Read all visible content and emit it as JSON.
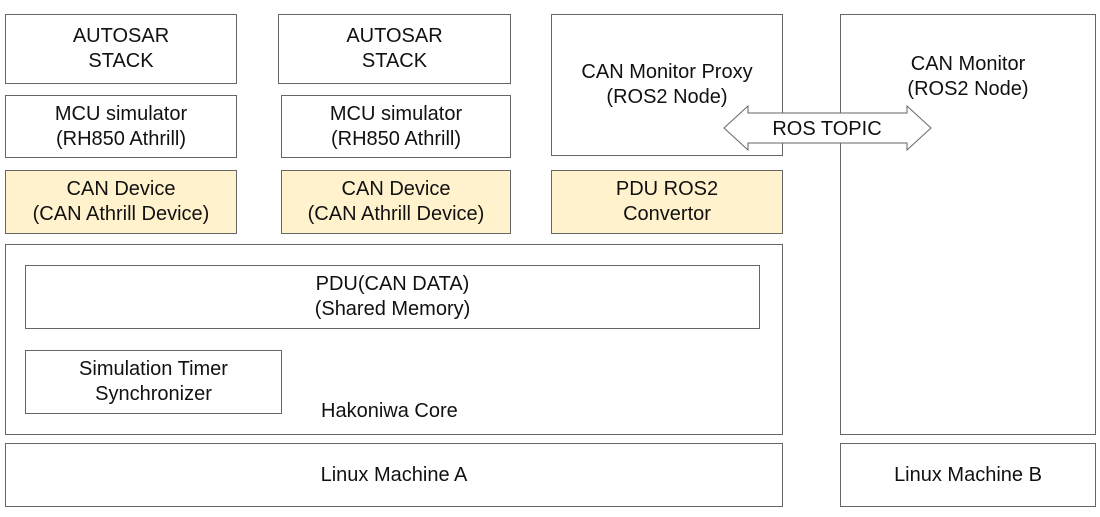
{
  "column_a": {
    "autosar_stack": [
      "AUTOSAR",
      "STACK"
    ],
    "mcu_simulator": [
      "MCU simulator",
      "(RH850 Athrill)"
    ],
    "can_device": [
      "CAN Device",
      "(CAN Athrill Device)"
    ]
  },
  "column_b": {
    "autosar_stack": [
      "AUTOSAR",
      "STACK"
    ],
    "mcu_simulator": [
      "MCU simulator",
      "(RH850 Athrill)"
    ],
    "can_device": [
      "CAN Device",
      "(CAN Athrill Device)"
    ]
  },
  "column_c": {
    "can_monitor_proxy": [
      "CAN Monitor Proxy",
      "(ROS2 Node)"
    ],
    "pdu_ros2_convertor": [
      "PDU ROS2",
      "Convertor"
    ]
  },
  "hakoniwa_core": {
    "label": "Hakoniwa Core",
    "pdu": [
      "PDU(CAN DATA)",
      "(Shared Memory)"
    ],
    "simulation_timer": [
      "Simulation Timer",
      "Synchronizer"
    ]
  },
  "machine_b": {
    "can_monitor": [
      "CAN Monitor",
      "(ROS2 Node)"
    ],
    "label": "Linux Machine B"
  },
  "machine_a": {
    "label": "Linux Machine A"
  },
  "ros_topic": {
    "label": "ROS TOPIC"
  },
  "colors": {
    "device_fill": "#fff2cc",
    "border": "#666666"
  }
}
